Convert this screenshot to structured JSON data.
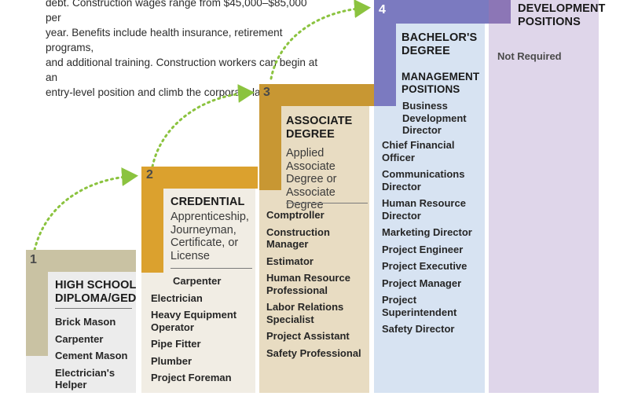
{
  "intro_lines": [
    "debt. Construction wages range from $45,000–$85,000 per",
    "year. Benefits include health insurance, retirement programs,",
    "and additional training. Construction workers can begin at an",
    "entry-level position and climb the corporate ladder."
  ],
  "colors": {
    "step1": "#c9c2a3",
    "step1_col": "#ececec",
    "step2": "#dba12e",
    "step2_col": "#f1ede4",
    "step3": "#c89733",
    "step3_col": "#e8dcc2",
    "step4": "#7b7ac0",
    "step4_col": "#d7e3f2",
    "step5": "#8c76b6",
    "step5_col": "#dfd6ea",
    "arrow": "#8bc33f"
  },
  "steps": [
    {
      "number": "1",
      "title_lines": [
        "HIGH SCHOOL",
        "DIPLOMA/GED"
      ],
      "jobs": [
        "Brick Mason",
        "Carpenter",
        "Cement Mason",
        "Electrician's Helper"
      ]
    },
    {
      "number": "2",
      "title": "CREDENTIAL",
      "subtitle": "Apprenticeship, Journeyman, Certificate, or License",
      "jobs": [
        "Carpenter",
        "Electrician",
        "Heavy Equipment Operator",
        "Pipe Fitter",
        "Plumber",
        "Project Foreman"
      ]
    },
    {
      "number": "3",
      "title_lines": [
        "ASSOCIATE",
        "DEGREE"
      ],
      "subtitle": "Applied Associate Degree or Associate Degree",
      "jobs": [
        "Comptroller",
        "Construction Manager",
        "Estimator",
        "Human Resource Professional",
        "Labor Relations Specialist",
        "Project Assistant",
        "Safety Professional"
      ]
    },
    {
      "number": "4",
      "title_lines": [
        "BACHELOR'S",
        "DEGREE"
      ],
      "section_lines": [
        "MANAGEMENT",
        "POSITIONS"
      ],
      "first_job": "Business Development Director",
      "jobs": [
        "Chief Financial Officer",
        "Communications Director",
        "Human Resource Director",
        "Marketing Director",
        "Project Engineer",
        "Project Executive",
        "Project Manager",
        "Project Superintendent",
        "Safety Director"
      ]
    },
    {
      "title_lines": [
        "DEVELOPMENT",
        "POSITIONS"
      ],
      "note": "Not Required"
    }
  ]
}
